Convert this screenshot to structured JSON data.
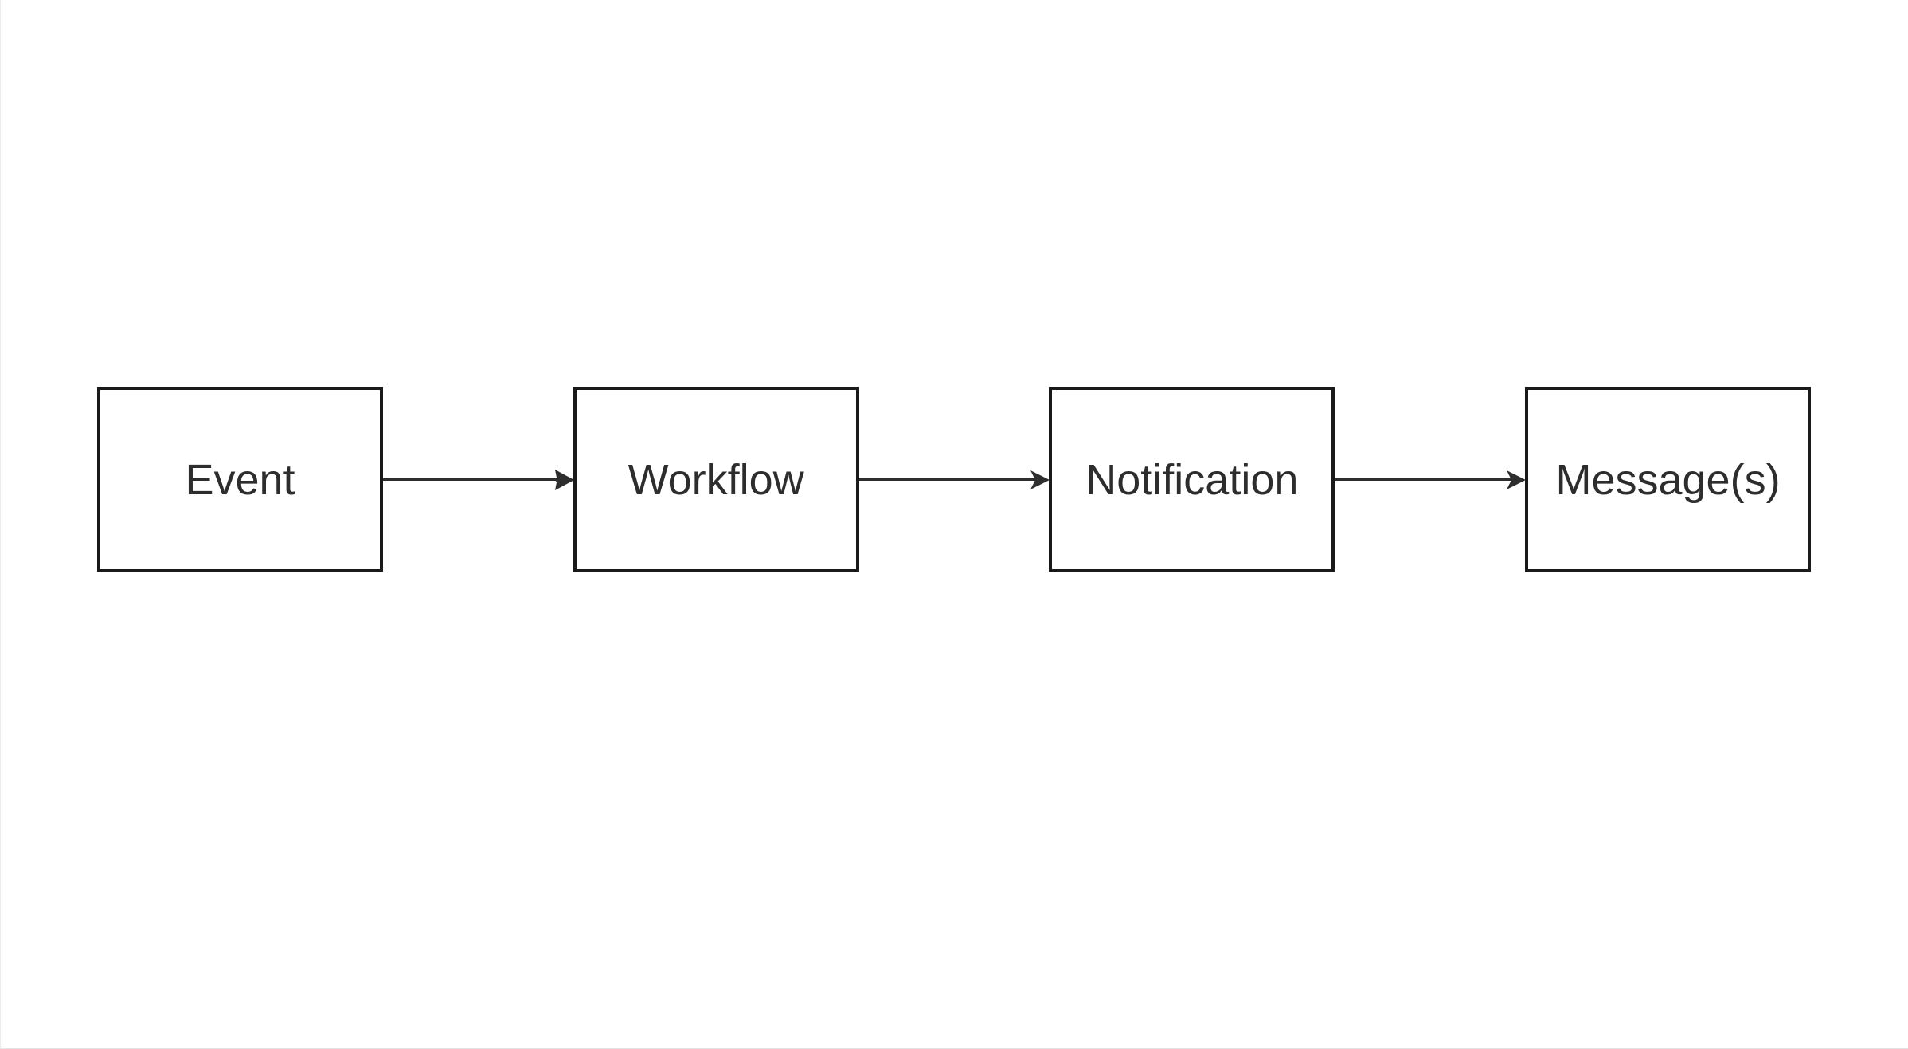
{
  "diagram": {
    "type": "flowchart",
    "direction": "left-to-right",
    "nodes": [
      {
        "id": "event",
        "label": "Event"
      },
      {
        "id": "workflow",
        "label": "Workflow"
      },
      {
        "id": "notification",
        "label": "Notification"
      },
      {
        "id": "messages",
        "label": "Message(s)"
      }
    ],
    "edges": [
      {
        "from": "event",
        "to": "workflow"
      },
      {
        "from": "workflow",
        "to": "notification"
      },
      {
        "from": "notification",
        "to": "messages"
      }
    ],
    "colors": {
      "background": "#ffffff",
      "node_fill": "#ffffff",
      "node_border": "#1a1a1a",
      "label_text": "#2d2d2d",
      "arrow": "#2e2e2e"
    }
  }
}
